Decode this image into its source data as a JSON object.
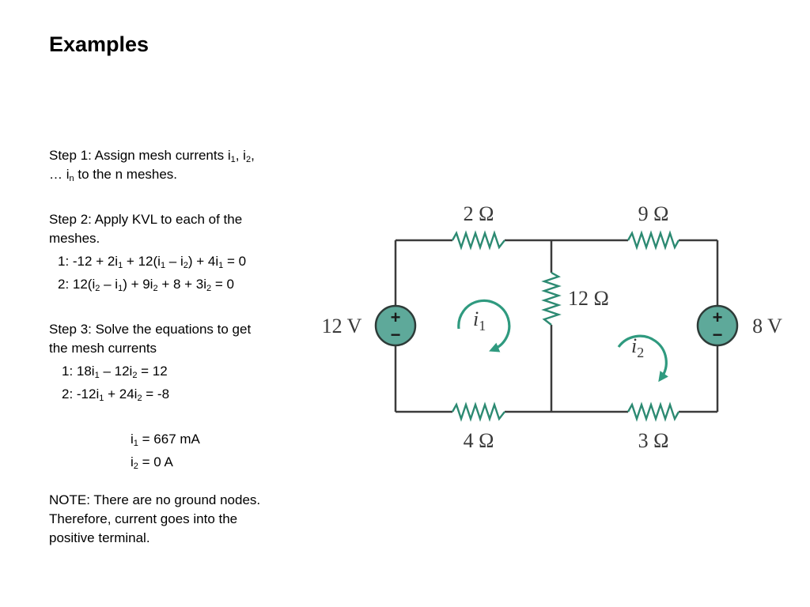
{
  "slide": {
    "title": "Examples",
    "step1": {
      "pre": "Step 1: Assign mesh currents i",
      "s1": "1",
      "sep1": ", i",
      "s2": "2",
      "sep2": ",",
      "l2_pre": "… i",
      "sn": "n",
      "l2_post": " to the n meshes."
    },
    "step2": {
      "line1": "Step 2: Apply KVL to each of the",
      "line2": "meshes.",
      "eq1": {
        "a": "1:  -12 + 2i",
        "s1": "1",
        "b": " + 12(i",
        "s2": "1",
        "c": " – i",
        "s3": "2",
        "d": ")  + 4i",
        "s4": "1",
        "e": " = 0"
      },
      "eq2": {
        "a": "2:  12(i",
        "s1": "2",
        "b": " – i",
        "s2": "1",
        "c": ")  + 9i",
        "s3": "2",
        "d": "  + 8 + 3i",
        "s4": "2",
        "e": " = 0"
      }
    },
    "step3": {
      "line1": "Step 3: Solve the equations to get",
      "line2": "the mesh currents",
      "eq1": {
        "a": "1:  18i",
        "s1": "1",
        "b": " – 12i",
        "s2": "2",
        "c": "  = 12"
      },
      "eq2": {
        "a": "2:  -12i",
        "s1": "1",
        "b": " + 24i",
        "s2": "2",
        "c": " = -8"
      }
    },
    "results": {
      "r1": {
        "a": "i",
        "s": "1",
        "b": " = 667 mA"
      },
      "r2": {
        "a": "i",
        "s": "2",
        "b": " = 0 A"
      }
    },
    "note": {
      "line1": "NOTE: There are no ground nodes.",
      "line2": "Therefore, current goes into the",
      "line3": "positive terminal."
    }
  },
  "circuit": {
    "resistors": {
      "r_top_left": "2 Ω",
      "r_top_right": "9 Ω",
      "r_middle": "12 Ω",
      "r_bottom_left": "4 Ω",
      "r_bottom_right": "3 Ω"
    },
    "sources": {
      "left": {
        "label": "12 V",
        "plus": "+",
        "minus": "−"
      },
      "right": {
        "label": "8 V",
        "plus": "+",
        "minus": "−"
      }
    },
    "mesh_labels": {
      "i1": {
        "a": "i",
        "s": "1"
      },
      "i2": {
        "a": "i",
        "s": "2"
      }
    },
    "colors": {
      "wire": "#3b3b3b",
      "resistor": "#2c8a72",
      "source_fill": "#5ea99a",
      "mesh_arrow": "#2f9a7f",
      "label": "#3a3a3a"
    }
  }
}
